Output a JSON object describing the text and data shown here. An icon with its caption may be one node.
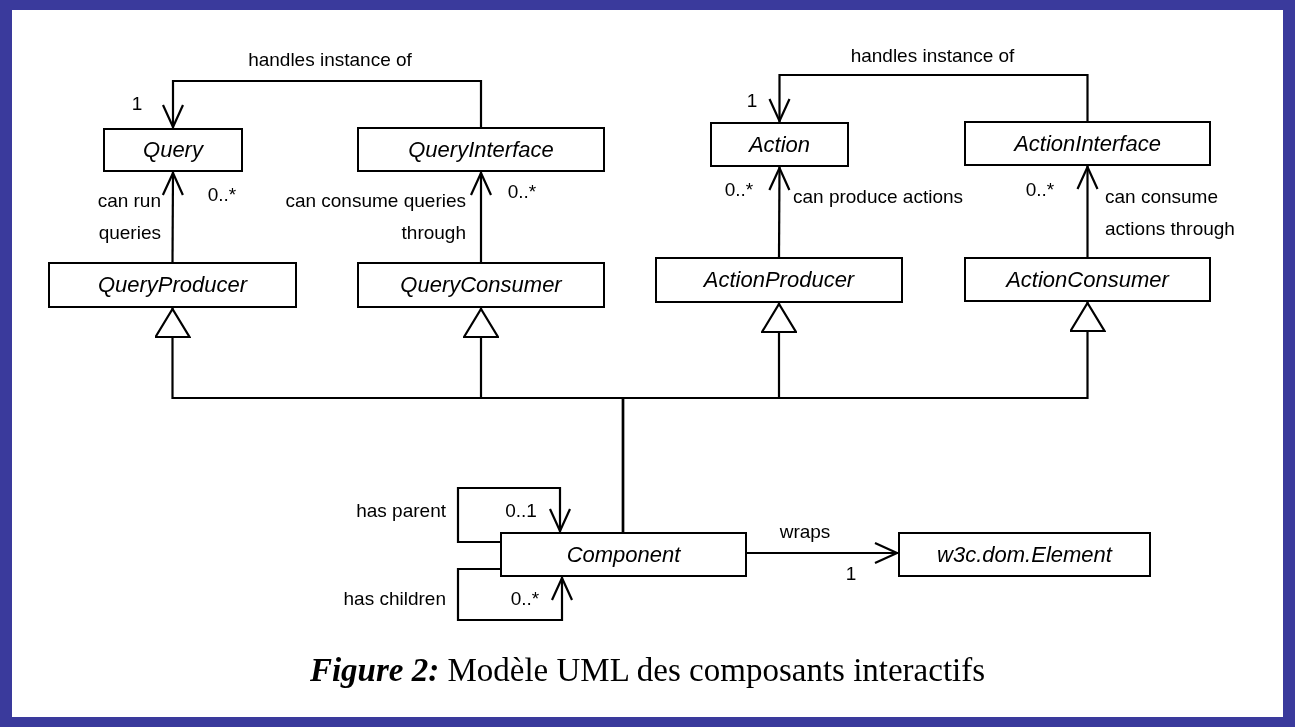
{
  "diagram": {
    "caption": "**Figure 2:** Modèle UML des composants interactifs",
    "nodes": [
      {
        "text": [
          "Query"
        ]
      },
      {
        "text": [
          "QueryInterface"
        ]
      },
      {
        "text": [
          "QueryProducer"
        ]
      },
      {
        "text": [
          "QueryConsumer"
        ]
      },
      {
        "text": [
          "Action"
        ]
      },
      {
        "text": [
          "ActionInterface"
        ]
      },
      {
        "text": [
          "ActionProducer"
        ]
      },
      {
        "text": [
          "ActionConsumer"
        ]
      },
      {
        "text": [
          "Component"
        ]
      },
      {
        "text": [
          "w3c.dom.Element"
        ]
      }
    ],
    "edges": [
      {
        "from": 1,
        "to": 0,
        "arrow": "to",
        "label": "handles instance of"
      },
      {
        "from": 2,
        "to": 0,
        "arrow": "to",
        "label": "can run queries"
      },
      {
        "from": 3,
        "to": 1,
        "arrow": "to",
        "label": "can consume queries through"
      },
      {
        "from": 5,
        "to": 4,
        "arrow": "to",
        "label": "handles instance of"
      },
      {
        "from": 6,
        "to": 4,
        "arrow": "to",
        "label": "can produce actions"
      },
      {
        "from": 7,
        "to": 5,
        "arrow": "to",
        "label": "can consume actions through"
      },
      {
        "from": 8,
        "to": 2,
        "arrow": "to"
      },
      {
        "from": 8,
        "to": 3,
        "arrow": "to"
      },
      {
        "from": 8,
        "to": 6,
        "arrow": "to"
      },
      {
        "from": 8,
        "to": 7,
        "arrow": "to"
      },
      {
        "from": 8,
        "to": 8,
        "arrow": "to",
        "label": "has parent"
      },
      {
        "from": 8,
        "to": 8,
        "arrow": "to",
        "label": "has children"
      },
      {
        "from": 8,
        "to": 9,
        "arrow": "to",
        "label": "wraps"
      }
    ],
    "labels": [
      "1",
      "1",
      "0..*",
      "0..*",
      "0..*",
      "0..*",
      "0..1",
      "1",
      "0..*"
    ]
  }
}
